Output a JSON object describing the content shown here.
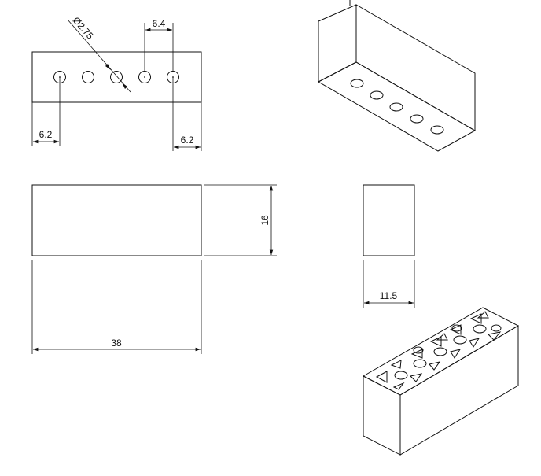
{
  "dimensions": {
    "hole_diameter": "Ø2.75",
    "hole_pitch": "6.4",
    "left_offset": "6.2",
    "right_offset": "6.2",
    "height": "16",
    "length": "38",
    "depth": "11.5"
  }
}
